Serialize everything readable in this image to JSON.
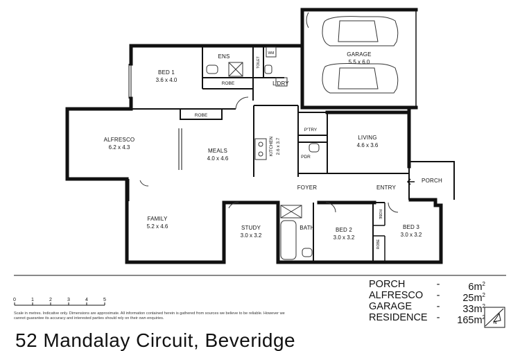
{
  "rooms": {
    "garage": {
      "name": "GARAGE",
      "dims": "5.5 x 6.0"
    },
    "ens": {
      "name": "ENS"
    },
    "wm": {
      "name": "WM"
    },
    "toilet": {
      "name": "TOILET"
    },
    "bed1": {
      "name": "BED 1",
      "dims": "3.6 x 4.0"
    },
    "robe1": {
      "name": "ROBE"
    },
    "laundry": {
      "name": "L'DRY"
    },
    "robe2": {
      "name": "ROBE"
    },
    "alfresco": {
      "name": "ALFRESCO",
      "dims": "6.2 x 4.3"
    },
    "ptry": {
      "name": "P'TRY"
    },
    "living": {
      "name": "LIVING",
      "dims": "4.6 x 3.6"
    },
    "meals": {
      "name": "MEALS",
      "dims": "4.0 x 4.6"
    },
    "kitchen": {
      "name": "KITCHEN",
      "dims": "2.6 x 3.7"
    },
    "pdr": {
      "name": "PDR"
    },
    "porch": {
      "name": "PORCH"
    },
    "foyer": {
      "name": "FOYER"
    },
    "entry": {
      "name": "ENTRY"
    },
    "family": {
      "name": "FAMILY",
      "dims": "5.2 x 4.6"
    },
    "study": {
      "name": "STUDY",
      "dims": "3.0 x 3.2"
    },
    "bath": {
      "name": "BATH"
    },
    "bed2": {
      "name": "BED 2",
      "dims": "3.0 x 3.2"
    },
    "robe3": {
      "name": "ROBE"
    },
    "bed3": {
      "name": "BED 3",
      "dims": "3.0 x 3.2"
    },
    "robe4": {
      "name": "ROBE"
    }
  },
  "scale": {
    "ticks": [
      "0",
      "1",
      "2",
      "3",
      "4",
      "5"
    ]
  },
  "disclaimer": "Scale in metres. Indicative only. Dimensions are approximate. All information contained herein is gathered from sources we believe to be reliable. However we cannot guarantee its accuracy and interested parties should rely on their own enquiries.",
  "areas": [
    {
      "name": "PORCH",
      "dash": "-",
      "value": "6m",
      "unit_sup": "2"
    },
    {
      "name": "ALFRESCO",
      "dash": "-",
      "value": "25m",
      "unit_sup": "2"
    },
    {
      "name": "GARAGE",
      "dash": "-",
      "value": "33m",
      "unit_sup": "2"
    },
    {
      "name": "RESIDENCE",
      "dash": "-",
      "value": "165m",
      "unit_sup": "2"
    }
  ],
  "compass": {
    "label": "N"
  },
  "address": "52 Mandalay Circuit, Beveridge",
  "colors": {
    "wall": "#111111",
    "thin": "#555555",
    "text": "#111111"
  }
}
